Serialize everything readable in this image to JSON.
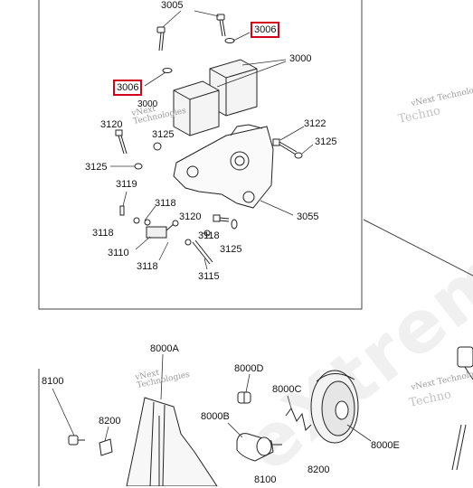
{
  "watermark": {
    "big": "eXtremefilling",
    "vnext_line1": "vNext",
    "vnext_line2": "Technologies",
    "vnext_edge": "vNext Technolo",
    "techno_edge": "Techno"
  },
  "top_panel": {
    "labels": {
      "l3005": "3005",
      "l3006a": "3006",
      "l3000": "3000",
      "l3006b": "3006",
      "l3000b": "3000",
      "l3120a": "3120",
      "l3125a": "3125",
      "l3125b": "3125",
      "l3122": "3122",
      "l3125c": "3125",
      "l3119": "3119",
      "l3118a": "3118",
      "l3118b": "3118",
      "l3120b": "3120",
      "l3118c": "3118",
      "l3055": "3055",
      "l3110": "3110",
      "l3125d": "3125",
      "l3118d": "3118",
      "l3115": "3115"
    }
  },
  "bottom_panel": {
    "labels": {
      "l8000A": "8000A",
      "l8100a": "8100",
      "l8000D": "8000D",
      "l8000C": "8000C",
      "l8200a": "8200",
      "l8000B": "8000B",
      "l8000E": "8000E",
      "l8100b": "8100",
      "l8200b": "8200"
    }
  }
}
